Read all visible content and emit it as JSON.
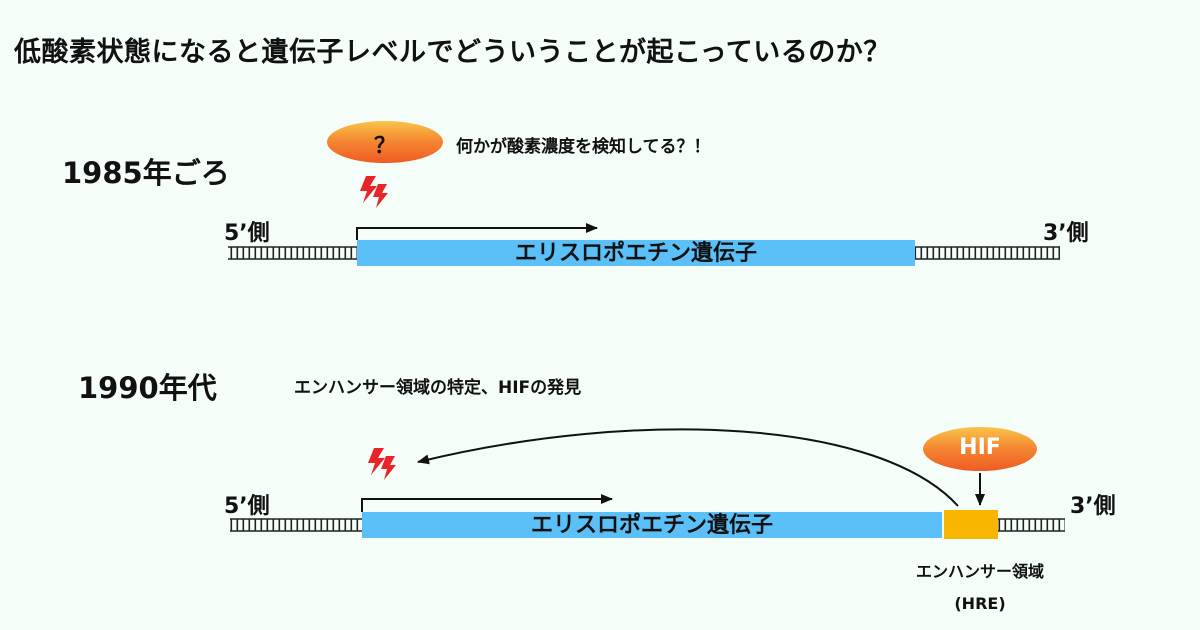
{
  "title": "低酸素状態になると遺伝子レベルでどういうことが起こっているのか？",
  "colors": {
    "background": "#f4fdf7",
    "gene": "#5bc0f8",
    "enhancer": "#f7b500",
    "oval_top": "#f9c34a",
    "oval_bottom": "#ef5a23",
    "bolt": "#e8262a"
  },
  "panel_1985": {
    "era": "1985年ごろ",
    "question_mark": "？",
    "note": "何かが酸素濃度を検知してる？！",
    "five_prime": "5’側",
    "three_prime": "3’側",
    "gene_label": "エリスロポエチン遺伝子",
    "icons": [
      "bolt-icon",
      "arrow-right-icon"
    ]
  },
  "panel_1990": {
    "era": "1990年代",
    "note": "エンハンサー領域の特定、HIFの発見",
    "factor": "HIF",
    "five_prime": "5’側",
    "three_prime": "3’側",
    "gene_label": "エリスロポエチン遺伝子",
    "enhancer_label": "エンハンサー領域",
    "enhancer_abbrev": "(HRE)",
    "icons": [
      "bolt-icon",
      "arrow-right-icon",
      "curved-arrow-icon",
      "arrow-down-icon"
    ]
  }
}
